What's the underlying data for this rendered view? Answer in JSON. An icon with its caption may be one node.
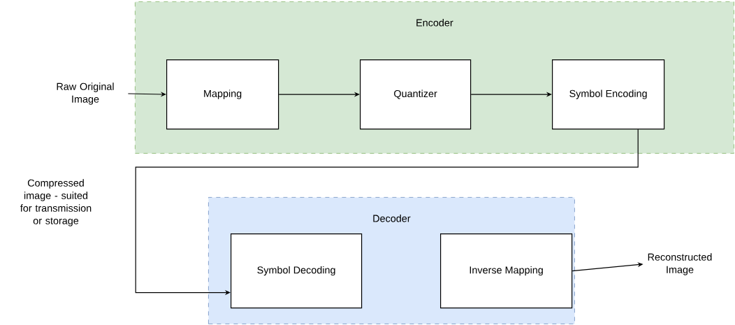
{
  "diagram": {
    "nodes": [
      {
        "text": [
          "Encoder"
        ]
      },
      {
        "text": [
          "Raw Original Image"
        ]
      },
      {
        "text": [
          "Mapping"
        ],
        "in": 0
      },
      {
        "text": [
          "Quantizer"
        ],
        "in": 0
      },
      {
        "text": [
          "Symbol Encoding"
        ],
        "in": 0
      },
      {
        "text": [
          "Decoder"
        ]
      },
      {
        "text": [
          "Symbol Decoding"
        ],
        "in": 5
      },
      {
        "text": [
          "Inverse Mapping"
        ],
        "in": 5
      },
      {
        "text": [
          "Reconstructed Image"
        ]
      }
    ],
    "edges": [
      {
        "from": 1,
        "to": 2,
        "arrow": "to"
      },
      {
        "from": 2,
        "to": 3,
        "arrow": "to"
      },
      {
        "from": 3,
        "to": 4,
        "arrow": "to"
      },
      {
        "from": 4,
        "to": 6,
        "arrow": "to",
        "label": "Compressed image - suited for transmission or storage"
      },
      {
        "from": 7,
        "to": 8,
        "arrow": "to"
      }
    ]
  }
}
